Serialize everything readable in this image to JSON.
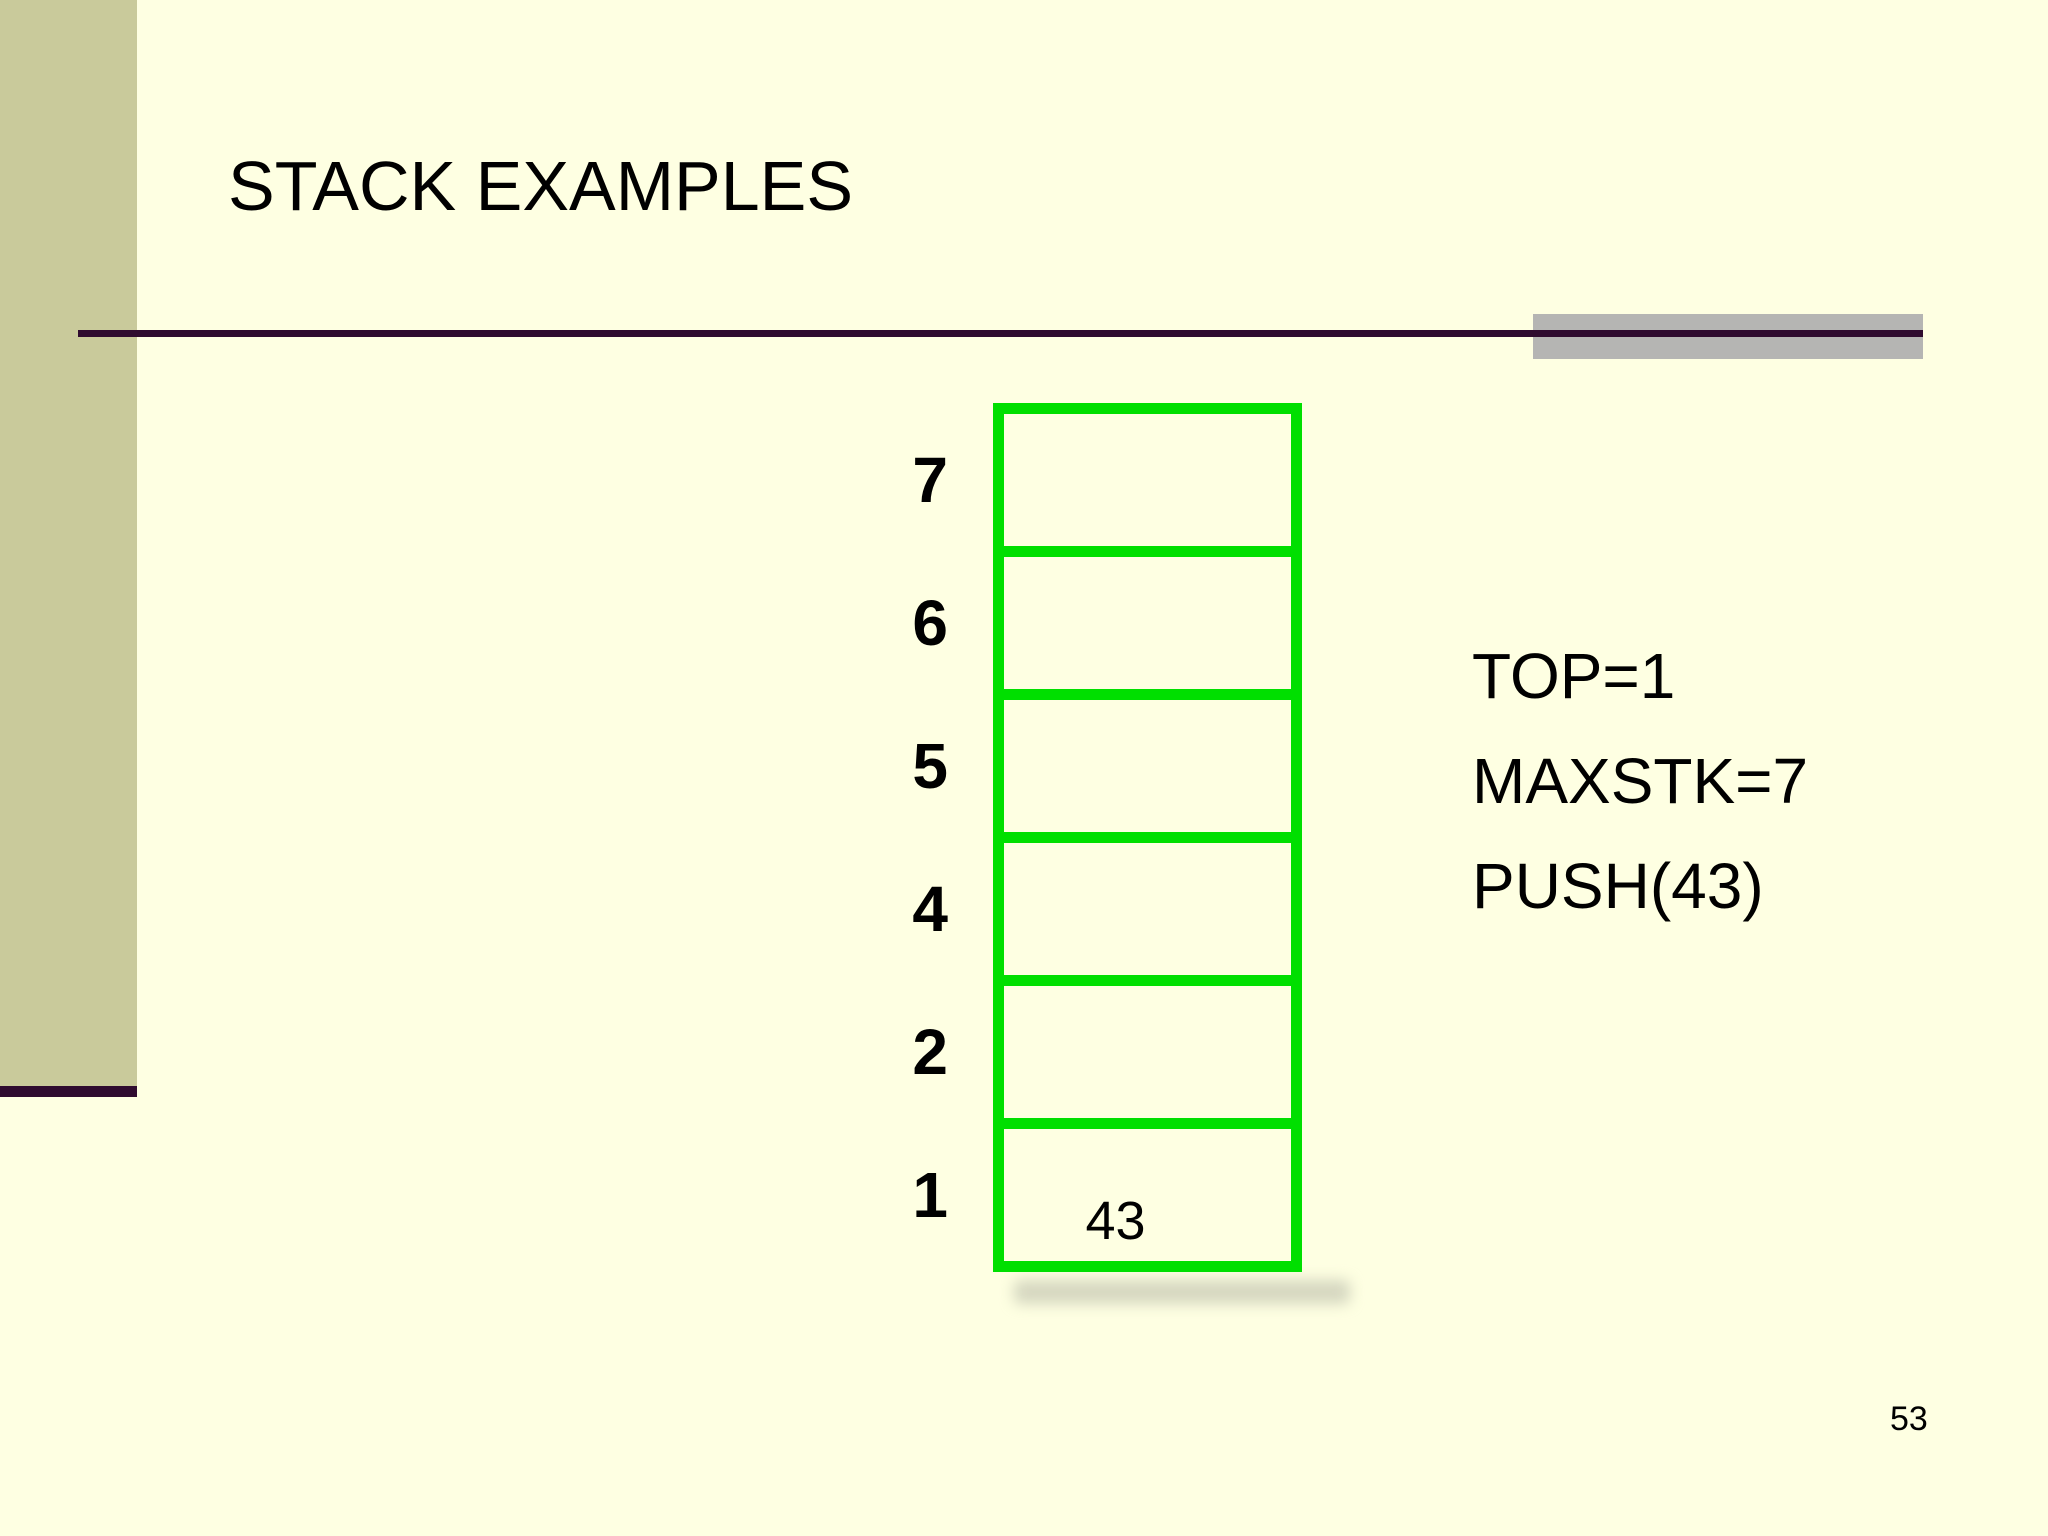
{
  "slide": {
    "title": "STACK EXAMPLES",
    "page_number": "53"
  },
  "stack_diagram": {
    "cells": [
      {
        "index": "7",
        "value": ""
      },
      {
        "index": "6",
        "value": ""
      },
      {
        "index": "5",
        "value": ""
      },
      {
        "index": "4",
        "value": ""
      },
      {
        "index": "2",
        "value": ""
      },
      {
        "index": "1",
        "value": "43"
      }
    ]
  },
  "annotations": {
    "lines": [
      "TOP=1",
      "MAXSTK=7",
      "PUSH(43)"
    ]
  },
  "colors": {
    "background": "#FEFFE2",
    "sidebar_band": "#C9CA9B",
    "accent_line": "#2F0B2F",
    "gray_bar": "#B5B5B3",
    "stack_border": "#00DF00",
    "text": "#000000"
  }
}
